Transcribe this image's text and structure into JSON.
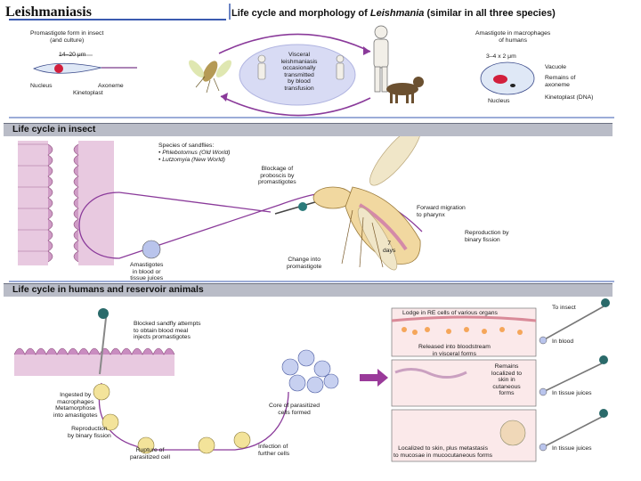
{
  "header": {
    "title": "Leishmaniasis",
    "subtitle_pre": "Life cycle and morphology of ",
    "subtitle_genus": "Leishmania",
    "subtitle_post": " (similar in all three species)"
  },
  "top": {
    "promastigote_label": [
      "Promastigote form in insect",
      "(and culture)"
    ],
    "size_promastigote": "14–20 μm",
    "nucleus": "Nucleus",
    "axoneme": "Axoneme",
    "kinetoplast": "Kinetoplast",
    "visceral_note": [
      "Visceral",
      "leishmaniasis",
      "occasionally",
      "transmitted",
      "by blood",
      "transfusion"
    ],
    "amastigote_label": [
      "Amastigote in macrophages",
      "of humans"
    ],
    "size_amastigote": "3–4 x 2 μm",
    "vacuole": "Vacuole",
    "remains_axoneme": [
      "Remains of",
      "axoneme"
    ],
    "nucleus_r": "Nucleus",
    "kinetoplast_dna": "Kinetoplast (DNA)"
  },
  "insect": {
    "section_title": "Life cycle in insect",
    "species_heading": "Species of sandflies:",
    "species_1": "• Phlebotomus (Old World)",
    "species_2": "• Lutzomyia (New World)",
    "blockage": [
      "Blockage of",
      "proboscis by",
      "promastigotes"
    ],
    "forward_migration": [
      "Forward migration",
      "to pharynx"
    ],
    "days": [
      "7",
      "days"
    ],
    "reproduction": [
      "Reproduction by",
      "binary fission"
    ],
    "change_into": [
      "Change into",
      "promastigote"
    ],
    "amastigotes": [
      "Amastigotes",
      "in blood or",
      "tissue juices"
    ]
  },
  "humans": {
    "section_title": "Life cycle in humans and reservoir animals",
    "blocked_sandfly": [
      "Blocked sandfly attempts",
      "to obtain blood meal",
      "injects promastigotes"
    ],
    "ingested": [
      "Ingested by",
      "macrophages",
      "Metamorphose",
      "into amastigotes"
    ],
    "reproduction": [
      "Reproduction",
      "by binary fission"
    ],
    "rupture": [
      "Rupture of",
      "parasitized cell"
    ],
    "infection": [
      "Infection of",
      "further cells"
    ],
    "core": [
      "Core of parasitized",
      "cells formed"
    ],
    "lodge": "Lodge in RE cells of various organs",
    "released": [
      "Released into bloodstream",
      "in visceral forms"
    ],
    "remains_localized": [
      "Remains",
      "localized to",
      "skin in",
      "cutaneous",
      "forms"
    ],
    "localized_skin": [
      "Localized to skin, plus metastasis",
      "to mucosae in mucocutaneous forms"
    ],
    "to_insect": "To insect",
    "in_blood": "In blood",
    "in_tissue_1": "In tissue juices",
    "in_tissue_2": "In tissue juices"
  }
}
